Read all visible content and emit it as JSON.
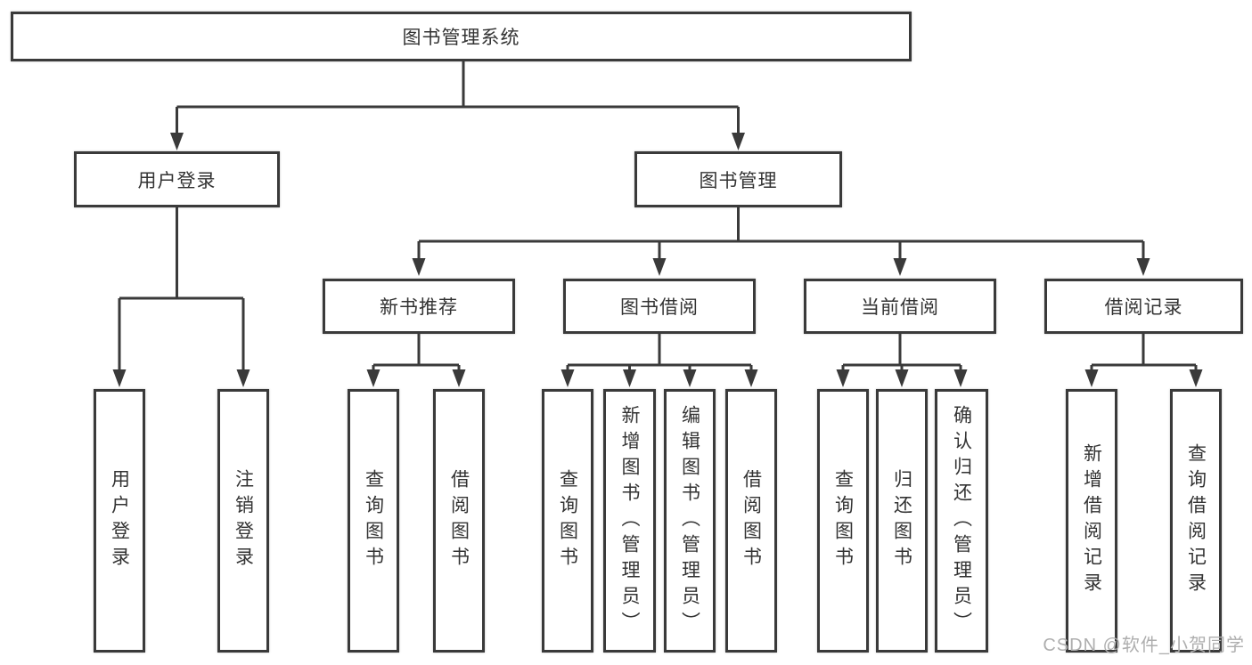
{
  "diagram": {
    "root": {
      "label": "图书管理系统"
    },
    "branches": [
      {
        "label": "用户登录",
        "children": [
          {
            "label": "用户登录"
          },
          {
            "label": "注销登录"
          }
        ]
      },
      {
        "label": "图书管理",
        "children": [
          {
            "label": "新书推荐",
            "children": [
              {
                "label": "查询图书"
              },
              {
                "label": "借阅图书"
              }
            ]
          },
          {
            "label": "图书借阅",
            "children": [
              {
                "label": "查询图书"
              },
              {
                "label": "新增图书（管理员）"
              },
              {
                "label": "编辑图书（管理员）"
              },
              {
                "label": "借阅图书"
              }
            ]
          },
          {
            "label": "当前借阅",
            "children": [
              {
                "label": "查询图书"
              },
              {
                "label": "归还图书"
              },
              {
                "label": "确认归还（管理员）"
              }
            ]
          },
          {
            "label": "借阅记录",
            "children": [
              {
                "label": "新增借阅记录"
              },
              {
                "label": "查询借阅记录"
              }
            ]
          }
        ]
      }
    ]
  },
  "watermark": {
    "text": "CSDN @软件_小贺同学"
  },
  "colors": {
    "line": "#3a3a3a",
    "box_border": "#3a3a3a",
    "text": "#333333",
    "watermark_text": "#aeaeae",
    "background": "#ffffff"
  }
}
